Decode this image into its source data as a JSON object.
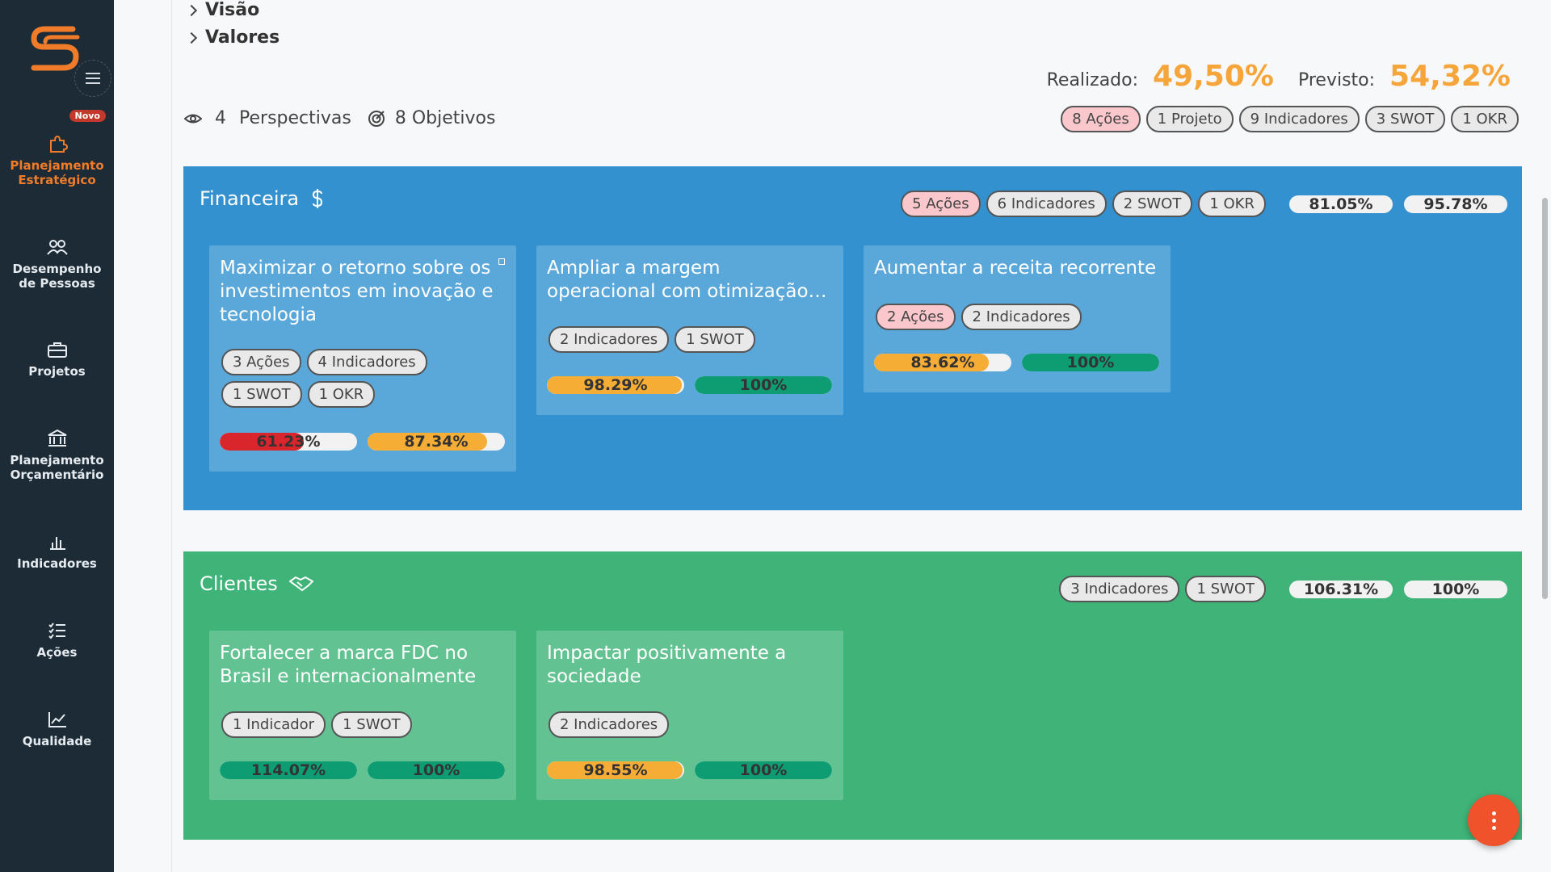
{
  "sidebar": {
    "new_badge": "Novo",
    "items": [
      {
        "label_1": "Planejamento",
        "label_2": "Estratégico",
        "icon": "puzzle-icon"
      },
      {
        "label_1": "Desempenho",
        "label_2": "de Pessoas",
        "icon": "people-icon"
      },
      {
        "label_1": "Projetos",
        "label_2": "",
        "icon": "briefcase-icon"
      },
      {
        "label_1": "Planejamento",
        "label_2": "Orçamentário",
        "icon": "bank-icon"
      },
      {
        "label_1": "Indicadores",
        "label_2": "",
        "icon": "bar-chart-icon"
      },
      {
        "label_1": "Ações",
        "label_2": "",
        "icon": "checklist-icon"
      },
      {
        "label_1": "Qualidade",
        "label_2": "",
        "icon": "line-chart-icon"
      }
    ],
    "accent_color": "#f07c2a"
  },
  "tree": {
    "visao": "Visão",
    "valores": "Valores"
  },
  "summary": {
    "realizado_label": "Realizado:",
    "realizado_value": "49,50%",
    "previsto_label": "Previsto:",
    "previsto_value": "54,32%"
  },
  "stats": {
    "perspectivas_count": "4",
    "perspectivas_label": "Perspectivas",
    "objetivos": "8 Objetivos"
  },
  "top_pills": [
    "8 Ações",
    "1 Projeto",
    "9 Indicadores",
    "3 SWOT",
    "1 OKR"
  ],
  "financeira": {
    "title": "Financeira",
    "pills": [
      "5 Ações",
      "6 Indicadores",
      "2 SWOT",
      "1 OKR"
    ],
    "bar1": {
      "text": "81.05%",
      "value": 81.05
    },
    "bar2": {
      "text": "95.78%",
      "value": 95.78
    },
    "color": "#3491cf",
    "objectives": [
      {
        "title": "Maximizar o retorno sobre os investimentos em inovação e tecnologia",
        "pills": [
          "3 Ações",
          "4 Indicadores",
          "1 SWOT",
          "1 OKR"
        ],
        "bar1": {
          "text": "61.23%",
          "value": 61.23
        },
        "bar2": {
          "text": "87.34%",
          "value": 87.34
        }
      },
      {
        "title": "Ampliar a margem operacional com otimização…",
        "pills": [
          "2 Indicadores",
          "1 SWOT"
        ],
        "bar1": {
          "text": "98.29%",
          "value": 98.29
        },
        "bar2": {
          "text": "100%",
          "value": 100
        }
      },
      {
        "title": "Aumentar a receita recorrente",
        "pills": [
          "2 Ações",
          "2 Indicadores"
        ],
        "bar1": {
          "text": "83.62%",
          "value": 83.62
        },
        "bar2": {
          "text": "100%",
          "value": 100
        }
      }
    ]
  },
  "clientes": {
    "title": "Clientes",
    "pills": [
      "3 Indicadores",
      "1 SWOT"
    ],
    "bar1": {
      "text": "106.31%",
      "value": 106.31
    },
    "bar2": {
      "text": "100%",
      "value": 100
    },
    "color": "#3fb378",
    "objectives": [
      {
        "title": "Fortalecer a marca FDC no Brasil e internacionalmente",
        "pills": [
          "1 Indicador",
          "1 SWOT"
        ],
        "bar1": {
          "text": "114.07%",
          "value": 114.07
        },
        "bar2": {
          "text": "100%",
          "value": 100
        }
      },
      {
        "title": "Impactar positivamente a sociedade",
        "pills": [
          "2 Indicadores"
        ],
        "bar1": {
          "text": "98.55%",
          "value": 98.55
        },
        "bar2": {
          "text": "100%",
          "value": 100
        }
      }
    ]
  },
  "colors": {
    "red": "#d8262c",
    "orange": "#f6ad35",
    "green": "#0e9c72",
    "value_orange": "#f6a53a",
    "fab": "#f0522b"
  }
}
